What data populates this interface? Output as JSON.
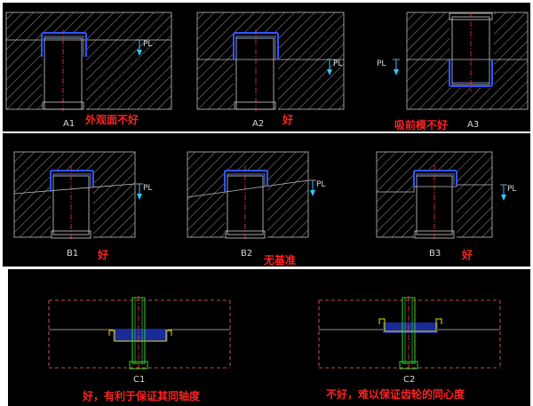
{
  "rows": {
    "a": {
      "items": [
        {
          "id": "A1",
          "comment": "外观面不好"
        },
        {
          "id": "A2",
          "comment": "好"
        },
        {
          "id": "A3",
          "comment": "吸前模不好"
        }
      ]
    },
    "b": {
      "items": [
        {
          "id": "B1",
          "comment": "好"
        },
        {
          "id": "B2",
          "comment": "无基准"
        },
        {
          "id": "B3",
          "comment": "好"
        }
      ]
    },
    "c": {
      "items": [
        {
          "id": "C1",
          "comment": "好，有利于保证其同轴度"
        },
        {
          "id": "C2",
          "comment": "不好，难以保证齿轮的同心度"
        }
      ]
    }
  },
  "parting_line_label": "PL",
  "colors": {
    "background": "#000000",
    "hatch": "#bfbfbf",
    "part_outline": "#3355ff",
    "centerline": "#ff3333",
    "parting_arrow": "#2ec8ff",
    "comment_text": "#ff2222",
    "mold_outline_c": "#ff6666",
    "pin_c": "#33cc33",
    "gear_c": "#1a2a99"
  }
}
